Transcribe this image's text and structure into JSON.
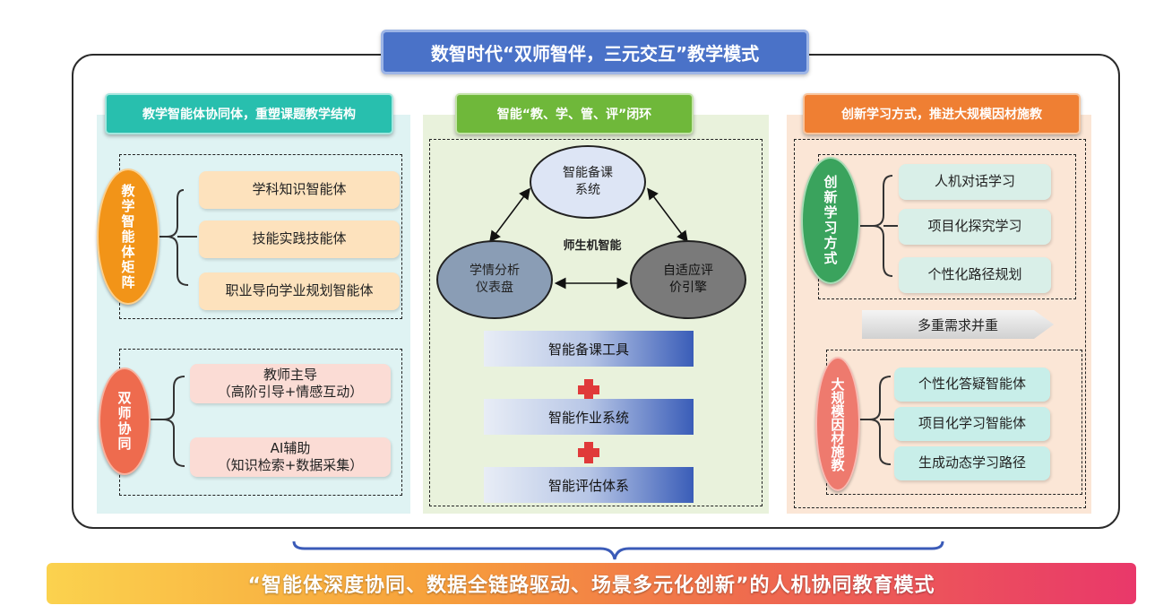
{
  "title": "数智时代“双师智伴，三元交互”教学模式",
  "left": {
    "header": "教学智能体协同体，重塑课题教学结构",
    "matrix_label": "教学智能体矩阵",
    "matrix_items": [
      "学科知识智能体",
      "技能实践技能体",
      "职业导向学业规划智能体"
    ],
    "dual_label": "双师协同",
    "dual_items": [
      {
        "line1": "教师主导",
        "line2": "（高阶引导+情感互动）"
      },
      {
        "line1": "AI辅助",
        "line2": "（知识检索+数据采集）"
      }
    ]
  },
  "middle": {
    "header": "智能“教、学、管、评”闭环",
    "node_prep": {
      "line1": "智能备课",
      "line2": "系统"
    },
    "node_analysis": {
      "line1": "学情分析",
      "line2": "仪表盘"
    },
    "node_eval": {
      "line1": "自适应评",
      "line2": "价引擎"
    },
    "center_label": "师生机智能",
    "tools": [
      "智能备课工具",
      "智能作业系统",
      "智能评估体系"
    ]
  },
  "right": {
    "header": "创新学习方式，推进大规模因材施教",
    "learn_label": "创新学习方式",
    "learn_items": [
      "人机对话学习",
      "项目化探究学习",
      "个性化路径规划"
    ],
    "needs": "多重需求并重",
    "scale_label": "大规模因材施教",
    "scale_items": [
      "个性化答疑智能体",
      "项目化学习智能体",
      "生成动态学习路径"
    ]
  },
  "bottom": "“智能体深度协同、数据全链路驱动、场景多元化创新”的人机协同教育模式",
  "colors": {
    "title": "#4a72c8",
    "left_header": "#28bfae",
    "mid_header": "#6fb83a",
    "right_header": "#ef7f33",
    "cross": "#e03a3a"
  }
}
